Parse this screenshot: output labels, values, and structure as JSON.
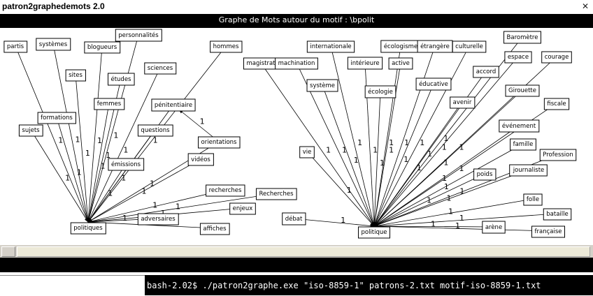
{
  "window": {
    "title": "patron2graphedemots 2.0"
  },
  "graph": {
    "title": "Graphe de Mots autour du motif : \\bpolit",
    "edge_weight": "1",
    "left_hub": "politiques",
    "right_hub": "politique",
    "left_nodes": [
      "partis",
      "systèmes",
      "personnalités",
      "blogueurs",
      "sites",
      "études",
      "sciences",
      "hommes",
      "femmes",
      "formations",
      "sujets",
      "pénitentiaire",
      "questions",
      "émissions",
      "orientations",
      "vidéos",
      "recherches",
      "Recherches",
      "enjeux",
      "adversaires",
      "affiches"
    ],
    "right_nodes": [
      "internationale",
      "magistrat",
      "machination",
      "écologisme",
      "étrangère",
      "culturelle",
      "Baromètre",
      "intérieure",
      "active",
      "espace",
      "courage",
      "accord",
      "système",
      "écologie",
      "éducative",
      "Girouette",
      "avenir",
      "fiscale",
      "événement",
      "famille",
      "vie",
      "Profession",
      "journaliste",
      "poids",
      "débat",
      "folle",
      "bataille",
      "arène",
      "française"
    ]
  },
  "terminal": {
    "prompt": "bash-2.02$",
    "command": "./patron2graphe.exe \"iso-8859-1\" patrons-2.txt motif-iso-8859-1.txt"
  },
  "icons": {
    "close": "close-icon"
  }
}
